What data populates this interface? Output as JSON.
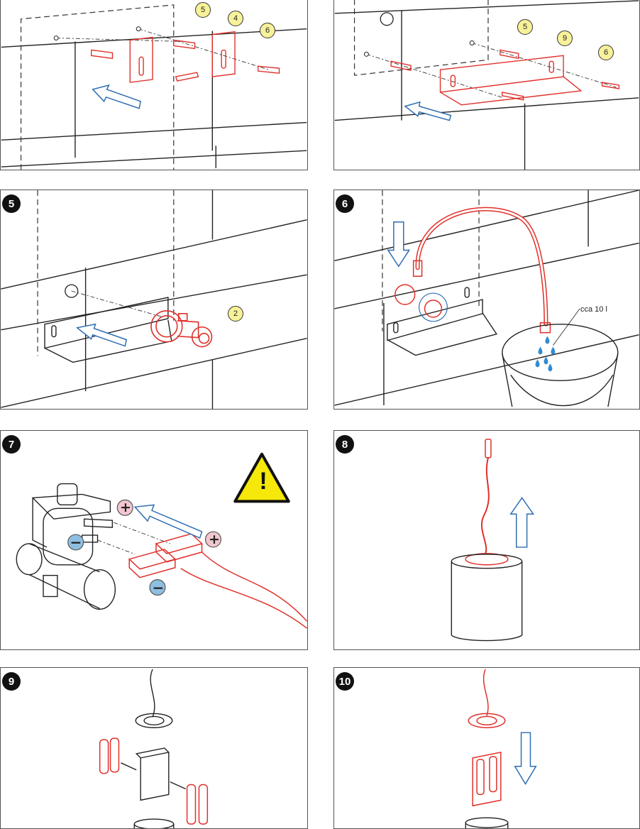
{
  "steps": {
    "s5": "5",
    "s6": "6",
    "s7": "7",
    "s8": "8",
    "s9": "9",
    "s10": "10"
  },
  "callouts": {
    "p1_a": "5",
    "p1_b": "4",
    "p1_c": "6",
    "p2_a": "5",
    "p2_b": "9",
    "p2_c": "6",
    "p5_a": "2"
  },
  "labels": {
    "water_volume": "cca 10 l"
  },
  "signs": {
    "plus": "+",
    "minus": "−",
    "warning": "!"
  },
  "colors": {
    "part_highlight": "#e0302a",
    "arrow_blue": "#2e6db3",
    "callout_fill": "#f7f19a",
    "plus_fill": "#f2c6cf",
    "minus_fill": "#8fbfe0",
    "warning_fill": "#f5e80a"
  }
}
